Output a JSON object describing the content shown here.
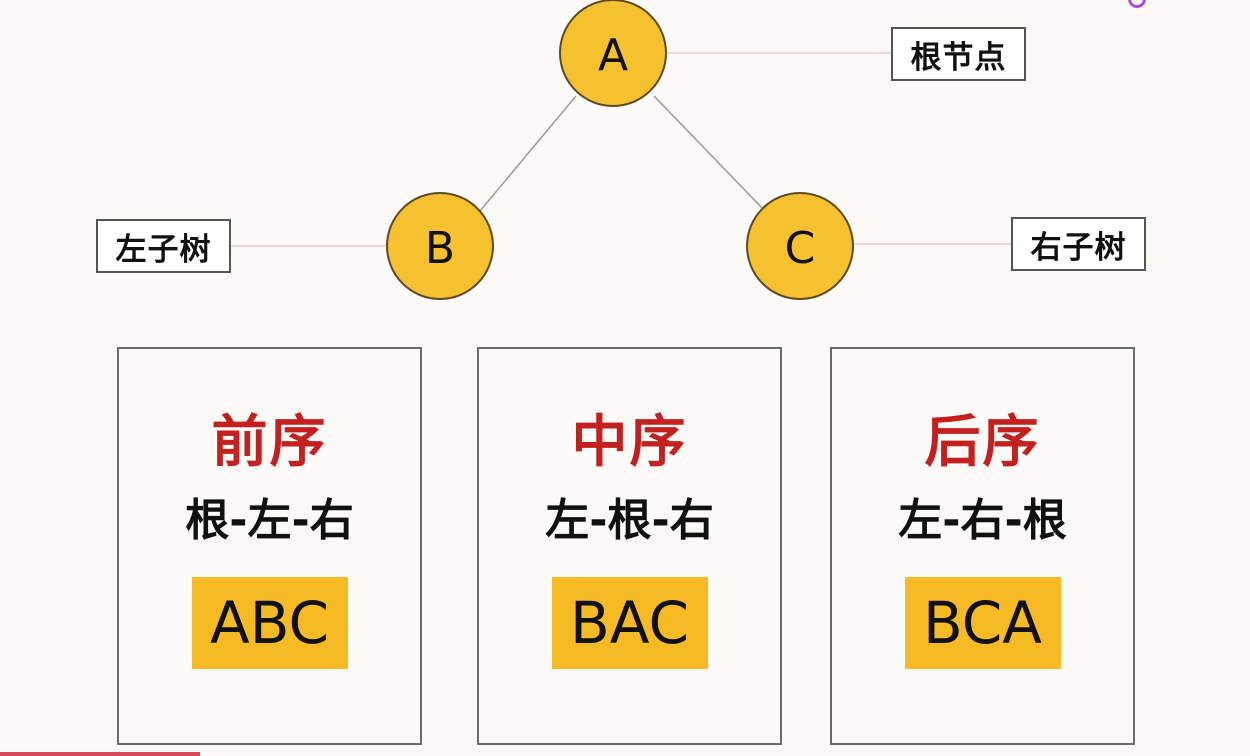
{
  "colors": {
    "node_fill": "#f6c12e",
    "node_stroke": "#5b4a24",
    "edge": "#9a9a9a",
    "connector": "#e7c9cd",
    "title_red": "#c3201f",
    "highlight": "#f6bb24"
  },
  "tree": {
    "nodes": [
      {
        "id": "a",
        "label": "A"
      },
      {
        "id": "b",
        "label": "B"
      },
      {
        "id": "c",
        "label": "C"
      }
    ],
    "edges": [
      {
        "from": "a",
        "to": "b"
      },
      {
        "from": "a",
        "to": "c"
      }
    ]
  },
  "labels": {
    "root": "根节点",
    "left_subtree": "左子树",
    "right_subtree": "右子树"
  },
  "traversals": [
    {
      "title": "前序",
      "rule": "根-左-右",
      "result": "ABC"
    },
    {
      "title": "中序",
      "rule": "左-根-右",
      "result": "BAC"
    },
    {
      "title": "后序",
      "rule": "左-右-根",
      "result": "BCA"
    }
  ]
}
